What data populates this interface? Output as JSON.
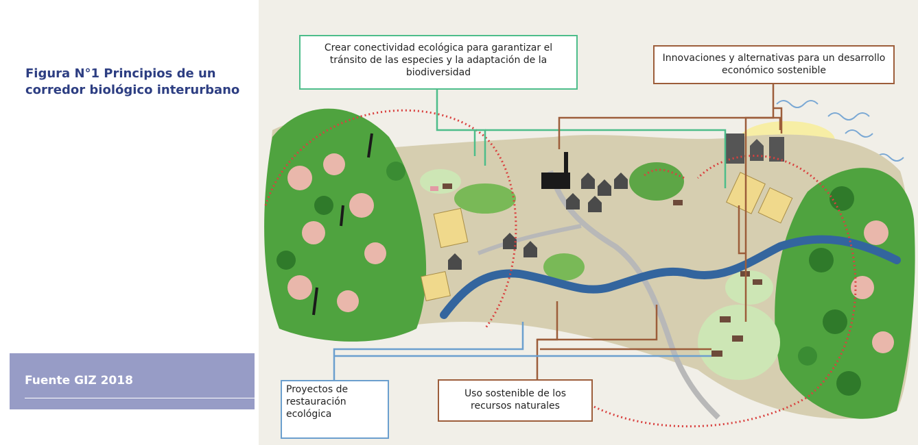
{
  "figure": {
    "caption": "Figura N°1 Principios de un corredor biológico interurbano",
    "source": "Fuente GIZ 2018"
  },
  "callouts": {
    "connectivity": "Crear conectividad ecológica para garantizar el tránsito de las especies y la adaptación de la biodiversidad",
    "innovation": "Innovaciones y alternativas para un desarrollo económico sostenible",
    "restoration": "Proyectos de restauración ecológica",
    "sustainable_use": "Uso sostenible de los recursos naturales"
  },
  "colors": {
    "connectivity_line": "#4dbd8a",
    "innovation_line": "#9c5d3a",
    "restoration_line": "#6b9fce",
    "land": "#d6ceb0",
    "forest": "#4fa33f",
    "river": "#33659e",
    "caption": "#2d3e82",
    "source_bg": "#979cc6"
  }
}
